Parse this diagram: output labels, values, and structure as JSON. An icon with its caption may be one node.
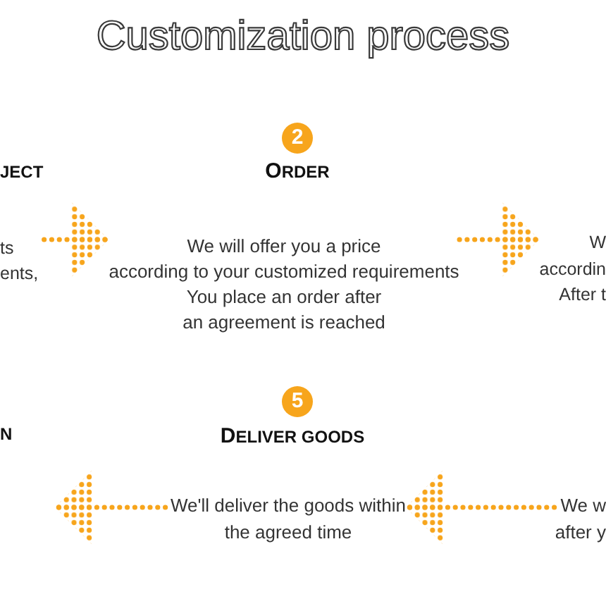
{
  "diagram": {
    "title": "Customization process",
    "nodes": [
      {
        "text": [
          "ts ents,"
        ],
        "beside": [
          "JECT"
        ]
      },
      {
        "text": [
          "We will offer you a price according to your customized requirements You place an order after an agreement is reached"
        ],
        "beside": [
          "2",
          "ORDER"
        ]
      },
      {
        "text": [
          "W accordin After t"
        ]
      },
      {
        "text": [
          "N"
        ]
      },
      {
        "text": [
          "We'll deliver the goods within the agreed time"
        ],
        "beside": [
          "5",
          "DELIVER GOODS"
        ]
      },
      {
        "text": [
          "We w after y"
        ]
      }
    ],
    "edges": [
      {
        "from": 0,
        "to": 1,
        "arrow": "to"
      },
      {
        "from": 1,
        "to": 2,
        "arrow": "to"
      },
      {
        "from": 5,
        "to": 4,
        "arrow": "to"
      },
      {
        "from": 4,
        "to": null,
        "arrow": "to"
      }
    ]
  }
}
